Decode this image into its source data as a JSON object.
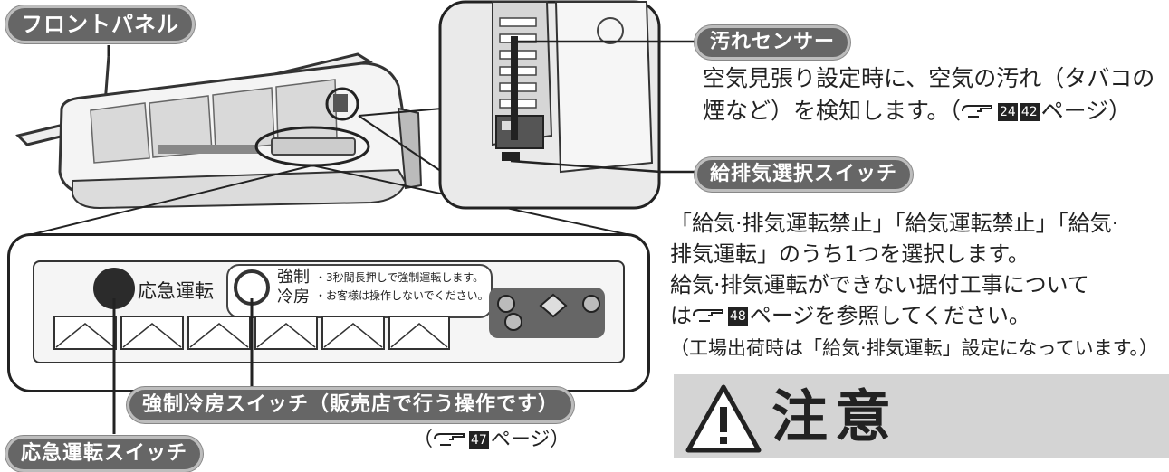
{
  "labels": {
    "front_panel": "フロントパネル",
    "dirt_sensor": "汚れセンサー",
    "air_switch": "給排気選択スイッチ",
    "forced_cooling": "強制冷房スイッチ（販売店で行う操作です）",
    "emergency": "応急運転スイッチ"
  },
  "dirt_sensor_desc": {
    "line1": "空気見張り設定時に、空気の汚れ（タバコの",
    "line2_text": "煙など）を検知します。（",
    "line2_pages": [
      {
        "num": "24"
      },
      {
        "num": "42"
      }
    ],
    "line2_end": "ページ）"
  },
  "air_switch_desc": {
    "line1": "「給気·排気運転禁止」「給気運転禁止」「給気·",
    "line2": "排気運転」のうち1つを選択します。",
    "line3": "給気·排気運転ができない据付工事について",
    "line4_pre": "は",
    "line4_page": "48",
    "line4_post": "ページを参照してください。",
    "line5": "（工場出荷時は「給気·排気運転」設定になっています。）"
  },
  "detail_panel": {
    "emergency_label": "応急運転",
    "forced_label_1": "強制",
    "forced_label_2": "冷房",
    "note_1": "・3秒間長押しで強制運転します。",
    "note_2": "・お客様は操作しないでください。"
  },
  "forced_ref": {
    "open": "（",
    "page": "47",
    "close": "ページ）"
  },
  "caution": {
    "icon": "warning-triangle-icon",
    "title": "注意"
  }
}
